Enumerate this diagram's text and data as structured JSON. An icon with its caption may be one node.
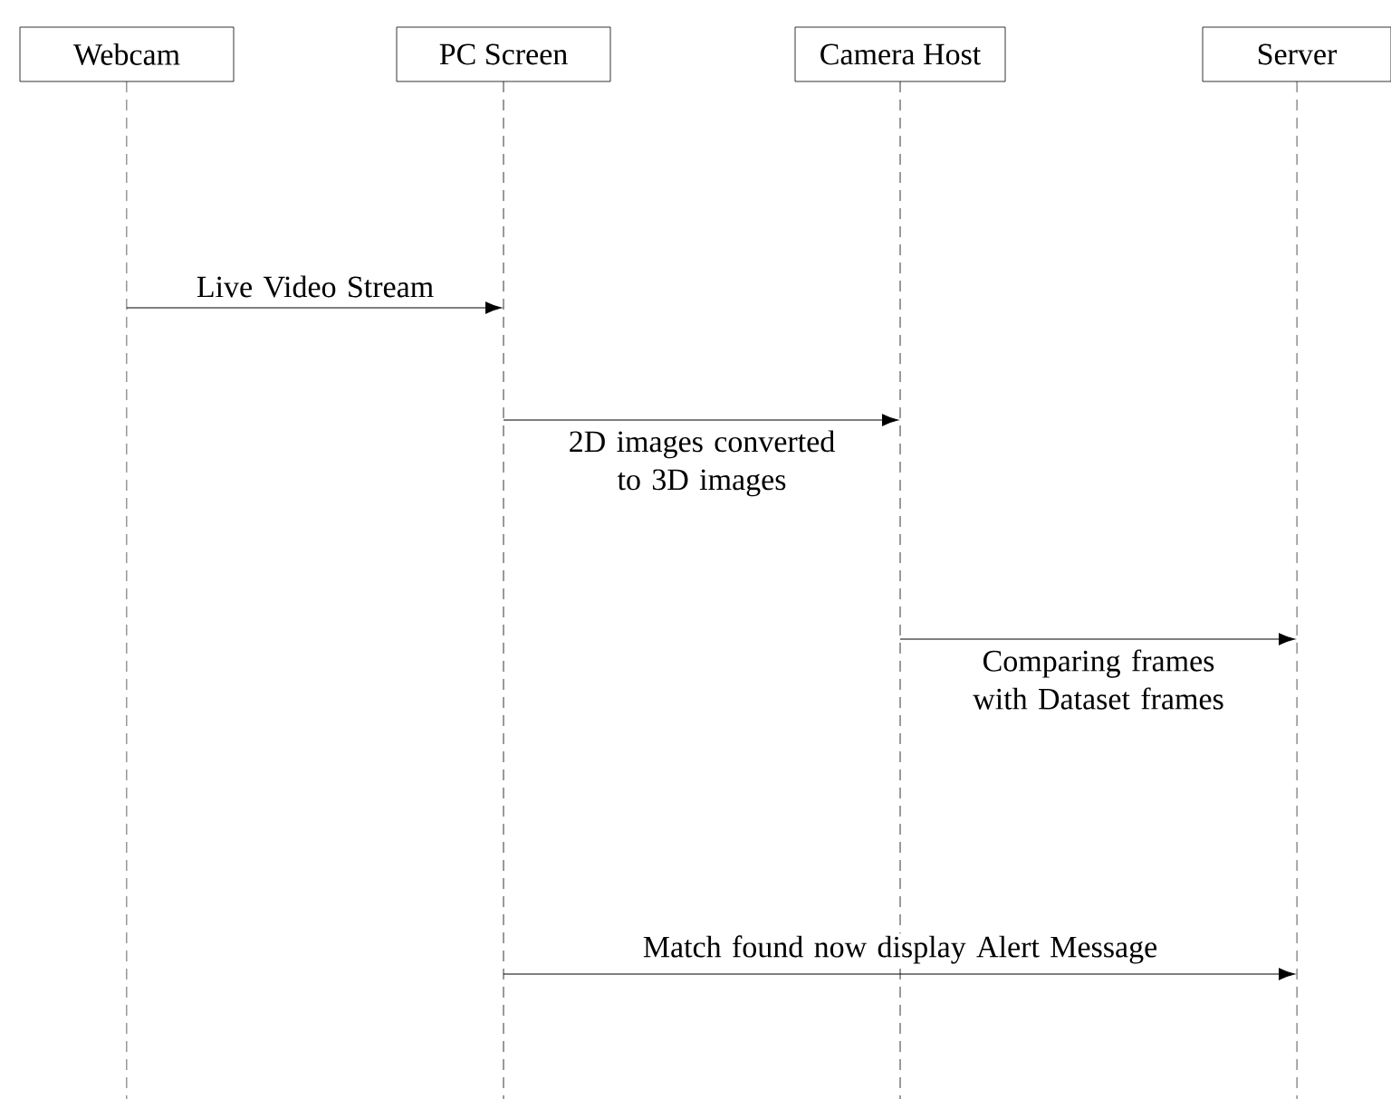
{
  "diagram": {
    "nodes": [
      {
        "text": [
          "Webcam"
        ]
      },
      {
        "text": [
          "PC Screen"
        ]
      },
      {
        "text": [
          "Camera Host"
        ]
      },
      {
        "text": [
          "Server"
        ]
      },
      {
        "text": [],
        "shape": "line"
      },
      {
        "text": [],
        "shape": "line"
      },
      {
        "text": [],
        "shape": "line"
      },
      {
        "text": [],
        "shape": "line"
      }
    ],
    "edges": [
      {
        "from": 4,
        "to": 5,
        "arrow": "to",
        "label": "Live Video Stream"
      },
      {
        "from": 5,
        "to": 6,
        "arrow": "to",
        "label": "2D images converted to 3D images"
      },
      {
        "from": 6,
        "to": 7,
        "arrow": "to",
        "label": "Comparing frames with Dataset frames"
      },
      {
        "from": 5,
        "to": 7,
        "arrow": "to",
        "label": "Match found now display Alert Message"
      }
    ]
  }
}
